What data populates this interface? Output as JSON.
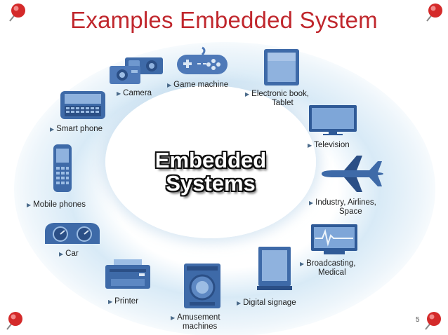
{
  "slide": {
    "title": "Examples Embedded System",
    "page_number": "5",
    "title_color": "#c0272d"
  },
  "diagram": {
    "center_line1": "Embedded",
    "center_line2": "Systems",
    "icon_color": "#4e79b8",
    "items": [
      {
        "icon": "camera-icon",
        "label": "Camera"
      },
      {
        "icon": "game-controller-icon",
        "label": "Game machine"
      },
      {
        "icon": "tablet-icon",
        "label": "Electronic book,",
        "label2": "Tablet"
      },
      {
        "icon": "smartphone-icon",
        "label": "Smart phone"
      },
      {
        "icon": "television-icon",
        "label": "Television"
      },
      {
        "icon": "mobile-phone-icon",
        "label": "Mobile phones"
      },
      {
        "icon": "airplane-icon",
        "label": "Industry, Airlines,",
        "label2": "Space"
      },
      {
        "icon": "car-dashboard-icon",
        "label": "Car"
      },
      {
        "icon": "medical-monitor-icon",
        "label": "Broadcasting,",
        "label2": "Medical"
      },
      {
        "icon": "printer-icon",
        "label": "Printer"
      },
      {
        "icon": "amusement-machine-icon",
        "label": "Amusement",
        "label2": "machines"
      },
      {
        "icon": "digital-signage-icon",
        "label": "Digital signage"
      }
    ]
  }
}
